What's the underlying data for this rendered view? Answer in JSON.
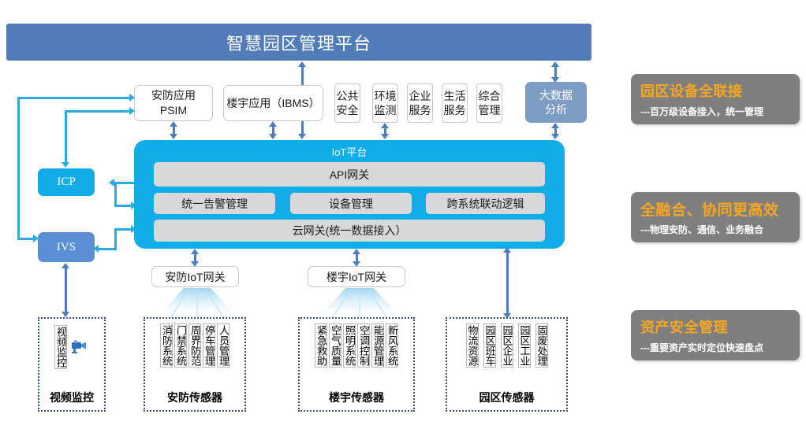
{
  "diagram": {
    "title": "智慧园区管理平台",
    "applications": {
      "psim": "安防应用\nPSIM",
      "psim_line1": "安防应用",
      "psim_line2": "PSIM",
      "ibms": "楼宇应用（IBMS）",
      "mini": [
        {
          "line1": "公共",
          "line2": "安全"
        },
        {
          "line1": "环境",
          "line2": "监测"
        },
        {
          "line1": "企业",
          "line2": "服务"
        },
        {
          "line1": "生活",
          "line2": "服务"
        },
        {
          "line1": "综合",
          "line2": "管理"
        }
      ],
      "bigdata_line1": "大数据",
      "bigdata_line2": "分析"
    },
    "iot_platform": {
      "title": "IoT平台",
      "api_gateway": "API网关",
      "modules": [
        "统一告警管理",
        "设备管理",
        "跨系统联动逻辑"
      ],
      "cloud_gateway": "云网关(统一数据接入）"
    },
    "left_nodes": {
      "icp": "ICP",
      "ivs": "IVS"
    },
    "gateways": {
      "security": "安防IoT网关",
      "building": "楼宇IoT网关"
    },
    "sensor_groups": [
      {
        "name": "video",
        "label": "视频监控",
        "items": [
          "视频监控"
        ],
        "icon": "camera-icon"
      },
      {
        "name": "security",
        "label": "安防传感器",
        "items": [
          "消防系统",
          "门禁系统",
          "周界防范",
          "停车管理",
          "人员管理"
        ]
      },
      {
        "name": "building",
        "label": "楼宇传感器",
        "items": [
          "紧急救助",
          "空气质量",
          "照明系统",
          "空调控制",
          "能源管理",
          "新风系统"
        ]
      },
      {
        "name": "park",
        "label": "园区传感器",
        "items": [
          "物流资源",
          "园区班车",
          "园区企业",
          "园区工业",
          "固废处理"
        ]
      }
    ],
    "features": [
      {
        "title": "园区设备全联接",
        "subtitle": "---百万级设备接入，统一管理"
      },
      {
        "title": "全融合、协同更高效",
        "subtitle": "---物理安防、通信、业务融合"
      },
      {
        "title": "资产安全管理",
        "subtitle": "---重要资产实时定位快速盘点"
      }
    ],
    "colors": {
      "title_bar": "#517cb8",
      "iot_cyan": "#10ade8",
      "icp": "#10ade8",
      "ivs": "#5b8fd4",
      "bigdata": "#7e9dc4",
      "feature_bg": "#7f7f7f",
      "feature_title": "#f5a623",
      "arrow_blue": "#4d7ebf",
      "arrow_cyan": "#29abe2",
      "module_gray": "#d8d8d8"
    }
  }
}
